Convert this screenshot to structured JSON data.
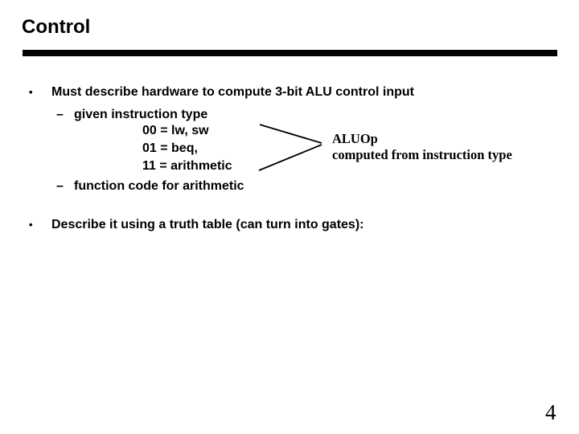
{
  "slide": {
    "title": "Control",
    "page_number": "4",
    "colors": {
      "text": "#000000",
      "background": "#ffffff",
      "rule": "#000000"
    },
    "bullets": {
      "b1": {
        "marker": "•",
        "text": "Must describe hardware to compute 3-bit ALU control input"
      },
      "sub1": {
        "marker": "–",
        "text": "given instruction type"
      },
      "codes": [
        "00 = lw, sw",
        "01 = beq,",
        "11 = arithmetic"
      ],
      "sub2": {
        "marker": "–",
        "text": "function code for arithmetic"
      },
      "b2": {
        "marker": "•",
        "text": "Describe it using a truth table (can turn into gates):"
      }
    },
    "annotation": {
      "title": "ALUOp",
      "subtitle": "computed from instruction type"
    }
  }
}
